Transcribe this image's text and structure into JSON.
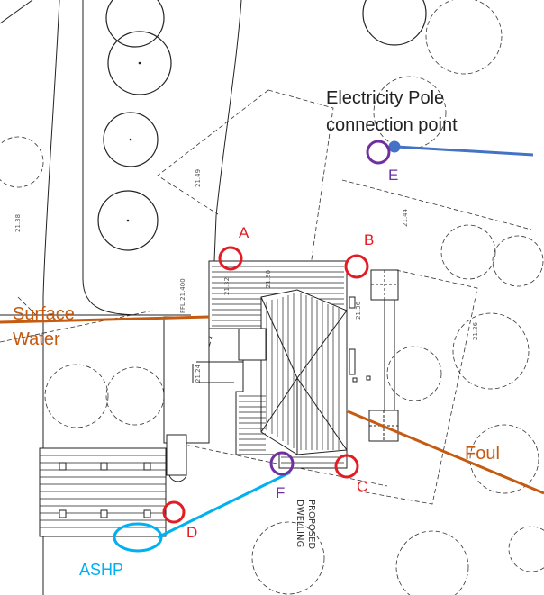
{
  "labels": {
    "electricity_pole": "Electricity Pole",
    "connection_point": "connection point",
    "point_a": "A",
    "point_b": "B",
    "point_c": "C",
    "point_d": "D",
    "point_e": "E",
    "point_f": "F",
    "surface": "Surface",
    "water": "Water",
    "foul": "Foul",
    "ashp": "ASHP",
    "proposed": "PROPOSED",
    "dwelling": "DWELLING"
  },
  "levels": {
    "l1": "21.49",
    "l2": "21.38",
    "l3": "21.44",
    "l4": "FFL 21.400",
    "l5": "21.36",
    "l6": "21.26",
    "l7": "21.24",
    "l8": "21.32",
    "l9": "21.30"
  },
  "colors": {
    "red_marker": "#e31b23",
    "purple_marker": "#7030a0",
    "electric_line": "#4472c4",
    "surface_water_line": "#c55a11",
    "foul_line": "#c55a11",
    "ashp_line": "#00b0f0",
    "ashp_label": "#00b0f0"
  }
}
